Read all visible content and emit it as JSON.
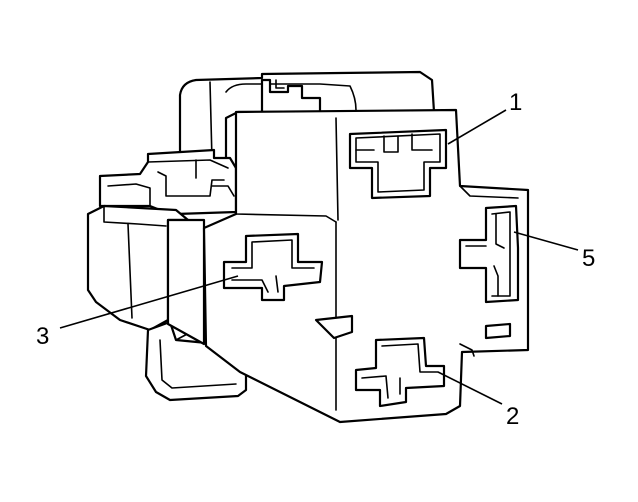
{
  "callouts": [
    {
      "id": "1",
      "label": "1"
    },
    {
      "id": "2",
      "label": "2"
    },
    {
      "id": "3",
      "label": "3"
    },
    {
      "id": "5",
      "label": "5"
    }
  ],
  "colors": {
    "line": "#000000",
    "fill": "#ffffff"
  }
}
